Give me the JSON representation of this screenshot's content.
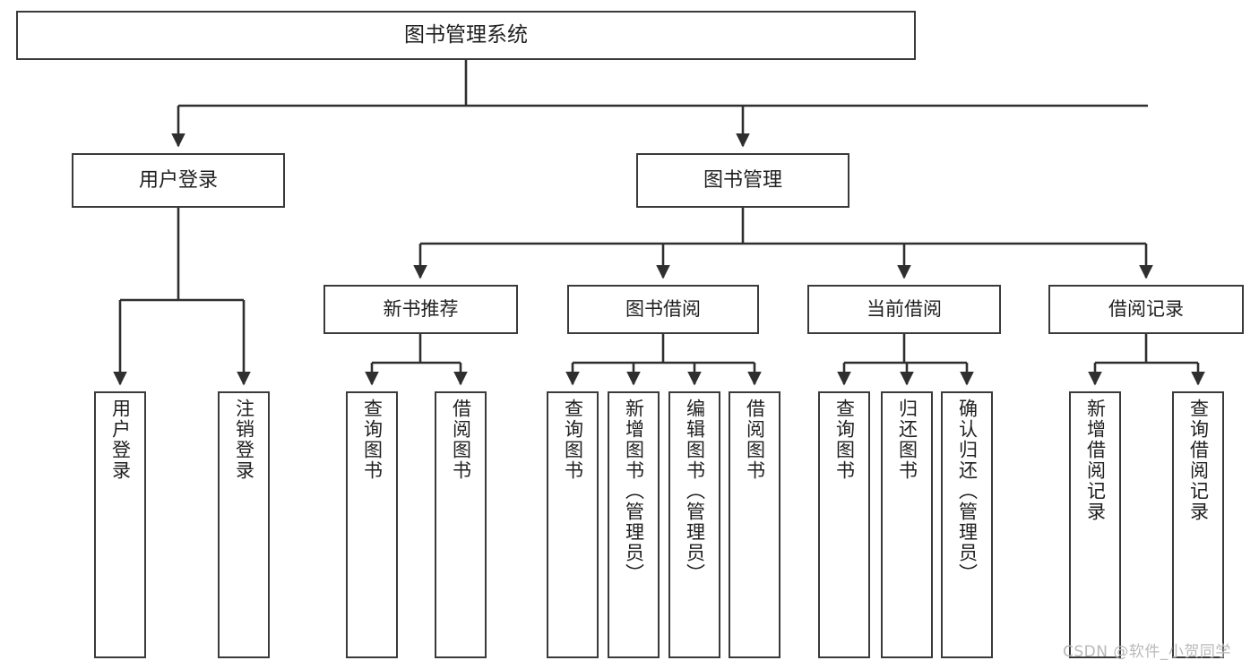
{
  "diagram": {
    "title": "图书管理系统",
    "type": "tree-hierarchy",
    "watermark": "CSDN @软件_小贺同学",
    "colors": {
      "box_border": "#3a3a3a",
      "box_fill": "#ffffff",
      "connector": "#2f2f2f",
      "text": "#1f1f1f",
      "watermark": "#b9b9b9",
      "background": "#ffffff"
    },
    "nodes": {
      "root": {
        "label": "图书管理系统"
      },
      "level2": [
        {
          "id": "user-login",
          "label": "用户登录"
        },
        {
          "id": "book-manage",
          "label": "图书管理"
        }
      ],
      "level3": [
        {
          "id": "new-book-rec",
          "label": "新书推荐"
        },
        {
          "id": "book-borrow",
          "label": "图书借阅"
        },
        {
          "id": "current-borrow",
          "label": "当前借阅"
        },
        {
          "id": "borrow-record",
          "label": "借阅记录"
        }
      ],
      "leaves": {
        "user_login": [
          {
            "id": "leaf-user-login",
            "label": "用户登录"
          },
          {
            "id": "leaf-user-logout",
            "label": "注销登录"
          }
        ],
        "new_book_rec": [
          {
            "id": "leaf-query-book-1",
            "label": "查询图书"
          },
          {
            "id": "leaf-borrow-book-1",
            "label": "借阅图书"
          }
        ],
        "book_borrow": [
          {
            "id": "leaf-query-book-2",
            "label": "查询图书"
          },
          {
            "id": "leaf-add-book",
            "label": "新增图书（管理员）"
          },
          {
            "id": "leaf-edit-book",
            "label": "编辑图书（管理员）"
          },
          {
            "id": "leaf-borrow-book-2",
            "label": "借阅图书"
          }
        ],
        "current_borrow": [
          {
            "id": "leaf-query-book-3",
            "label": "查询图书"
          },
          {
            "id": "leaf-return-book",
            "label": "归还图书"
          },
          {
            "id": "leaf-confirm-return",
            "label": "确认归还（管理员）"
          }
        ],
        "borrow_record": [
          {
            "id": "leaf-add-record",
            "label": "新增借阅记录"
          },
          {
            "id": "leaf-query-record",
            "label": "查询借阅记录"
          }
        ]
      }
    }
  }
}
